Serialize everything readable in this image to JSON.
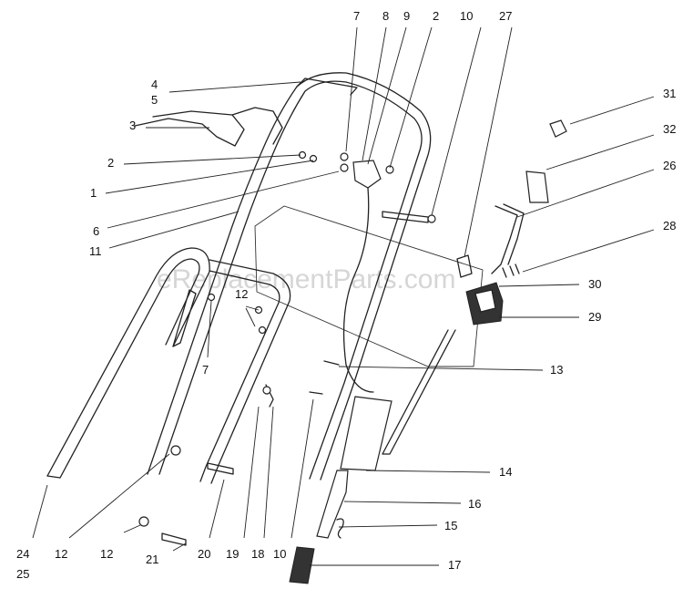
{
  "watermark": "eReplacementParts.com",
  "labels": {
    "l4": "4",
    "l5": "5",
    "l3": "3",
    "l2a": "2",
    "l1": "1",
    "l6": "6",
    "l11": "11",
    "l7a": "7",
    "l8": "8",
    "l9": "9",
    "l2b": "2",
    "l10a": "10",
    "l27": "27",
    "l31": "31",
    "l32": "32",
    "l26": "26",
    "l28": "28",
    "l30": "30",
    "l29": "29",
    "l12a": "12",
    "l7b": "7",
    "l13": "13",
    "l14": "14",
    "l16": "16",
    "l15": "15",
    "l17": "17",
    "l24": "24",
    "l25": "25",
    "l12b": "12",
    "l12c": "12",
    "l21": "21",
    "l20": "20",
    "l19": "19",
    "l18": "18",
    "l10b": "10"
  }
}
